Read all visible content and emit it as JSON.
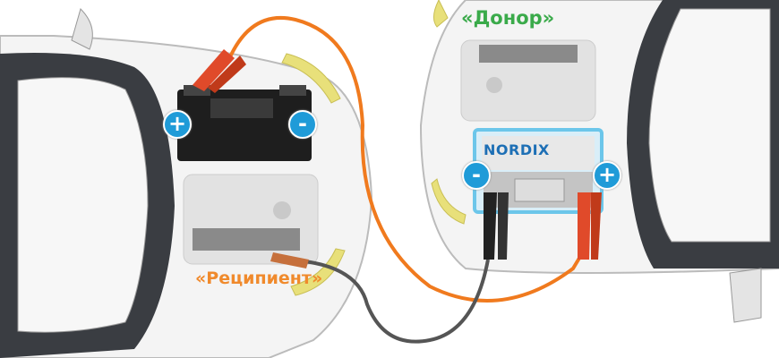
{
  "labels": {
    "donor": "«Донор»",
    "recipient": "«Реципиент»"
  },
  "battery_brand": "NORDIX",
  "terminals": {
    "plus": "+",
    "minus": "-"
  },
  "colors": {
    "donor_label": "#3aaa4a",
    "recipient_label": "#f08a2c",
    "positive_cable": "#f07a1e",
    "negative_cable": "#555555",
    "terminal_badge": "#1f9bd8"
  }
}
